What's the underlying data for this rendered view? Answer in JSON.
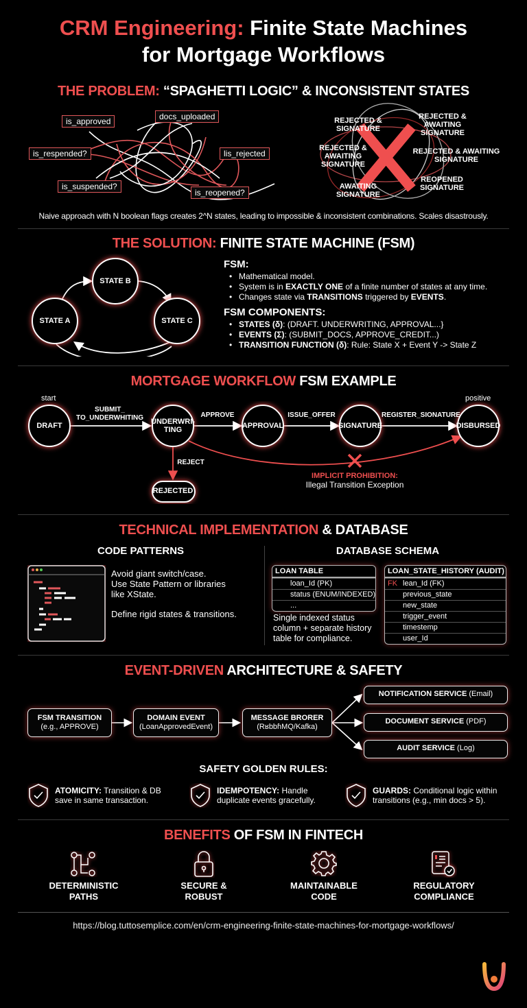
{
  "title": {
    "accent": "CRM Engineering:",
    "rest_line1": " Finite State Machines",
    "line2": "for Mortgage Workflows"
  },
  "problem": {
    "heading_accent": "THE PROBLEM:",
    "heading_rest": " “SPAGHETTI LOGIC” & INCONSISTENT STATES",
    "flags": [
      "is_approved",
      "docs_uploaded",
      "is_respended?",
      "lis_rejected",
      "is_suspended?",
      "is_reopened?"
    ],
    "combos": [
      "REJECTED & SIGNATURE",
      "REJECTED & AWAITING SIGNATURE",
      "REJECTED & AWAITING SIGNATURE",
      "REJECTED & AWAITING SIGNATURE",
      "AWAITING SIGNATURE",
      "REOPENED SIGNATURE"
    ],
    "caption": "Naive approach with N boolean flags creates 2^N states, leading to impossible & inconsistent combinations. Scales disastrously."
  },
  "solution": {
    "heading_accent": "THE SOLUTION:",
    "heading_rest": " FINITE STATE MACHINE (FSM)",
    "states": [
      "STATE A",
      "STATE B",
      "STATE C"
    ],
    "fsm_title": "FSM:",
    "fsm_points": [
      {
        "pre": "Mathematical model.",
        "b1": "",
        "mid": "",
        "b2": "",
        "post": ""
      },
      {
        "pre": "System is in ",
        "b1": "EXACTLY ONE",
        "mid": " of a finite number of states at any time.",
        "b2": "",
        "post": ""
      },
      {
        "pre": "Changes state via ",
        "b1": "TRANSITIONS",
        "mid": " triggered by ",
        "b2": "EVENTS",
        "post": "."
      }
    ],
    "components_title": "FSM COMPONENTS:",
    "components": [
      {
        "b": "STATES (δ)",
        "t": ": (DRAFT. UNDERWRITING, APPROVAL...}"
      },
      {
        "b": "EVENTS (Σ)",
        "t": ": (SUBMIT_DOCS, APPROVE_CREDIT...)"
      },
      {
        "b": "TRANSITION FUNCTION (δ)",
        "t": ": Rule: State X + Event Y -> State Z"
      }
    ]
  },
  "mortgage": {
    "heading_accent": "MORTGAGE WORKFLOW",
    "heading_rest": " FSM EXAMPLE",
    "start_label": "start",
    "end_label": "positive",
    "states": [
      "DRAFT",
      "UNDERWRI-\nTING",
      "APPROVAL",
      "SIGNATURE",
      "DISBURSED",
      "REJECTED"
    ],
    "events": [
      "SUBMIT_\nTO_UNDERWHITING",
      "APPROVE",
      "ISSUE_OFFER",
      "REGISTER_SIONATURE",
      "REJECT"
    ],
    "prohibition_title": "IMPLICIT PROHIBITION:",
    "prohibition_text": "Illegal Transition Exception"
  },
  "tech": {
    "heading_accent": "TECHNICAL IMPLEMENTATION",
    "heading_rest": " & DATABASE",
    "code_title": "CODE PATTERNS",
    "code_text1": "Avoid giant switch/case.\nUse State Pattern or libraries\nlike XState.",
    "code_text2": "Define rigid states & transitions.",
    "db_title": "DATABASE SCHEMA",
    "loan_table": {
      "name": "LOAN TABLE",
      "rows": [
        "loan_Id (PK)",
        "status (ENUM/INDEXED)",
        "..."
      ]
    },
    "history_table": {
      "name": "LOAN_STATE_HISTORY (AUDIT)",
      "fk": "FK",
      "rows": [
        "lean_Id (FK)",
        "previous_state",
        "new_state",
        "trigger_event",
        "timestemp",
        "user_Id"
      ]
    },
    "db_note": "Single indexed status\ncolumn + separate history\ntable for compliance."
  },
  "event": {
    "heading_accent": "EVENT-DRIVEN",
    "heading_rest": " ARCHITECTURE & SAFETY",
    "flow": [
      {
        "b": "FSM TRANSITION",
        "t": "(e.g., APPROVE)"
      },
      {
        "b": "DOMAIN EVENT",
        "t": "(LoanApprovedEvent)"
      },
      {
        "b": "MESSAGE BRORER",
        "t": "(RʁbbɦMQ/Kafka)"
      }
    ],
    "services": [
      {
        "b": "NOTIFICATION SERVICE",
        "t": " (Email)"
      },
      {
        "b": "DOCUMENT SERVICE",
        "t": " (PDF)"
      },
      {
        "b": "AUDIT SERVICE",
        "t": " (Log)"
      }
    ],
    "rules_title": "SAFETY GOLDEN RULES:",
    "rules": [
      {
        "b": "ATOMICITY:",
        "t": " Transition & DB save in same transaction."
      },
      {
        "b": "IDEMPOTENCY:",
        "t": " Handle duplicate events gracefully."
      },
      {
        "b": "GUARDS:",
        "t": " Conditional logic within transitions (e.g., min docs > 5)."
      }
    ]
  },
  "benefits": {
    "heading_accent": "BENEFITS",
    "heading_rest": " OF FSM IN FINTECH",
    "items": [
      {
        "icon": "flow-path-icon",
        "label": "DETERMINISTIC\nPATHS"
      },
      {
        "icon": "lock-icon",
        "label": "SECURE &\nROBUST"
      },
      {
        "icon": "gear-icon",
        "label": "MAINTAINABLE\nCODE"
      },
      {
        "icon": "document-check-icon",
        "label": "REGULATORY\nCOMPLIANCE"
      }
    ]
  },
  "footer": {
    "url": "https://blog.tuttosemplice.com/en/crm-engineering-finite-state-machines-for-mortgage-workflows/",
    "logo": "U"
  },
  "colors": {
    "accent": "#ef4f4f",
    "background": "#000000",
    "text": "#ffffff"
  }
}
